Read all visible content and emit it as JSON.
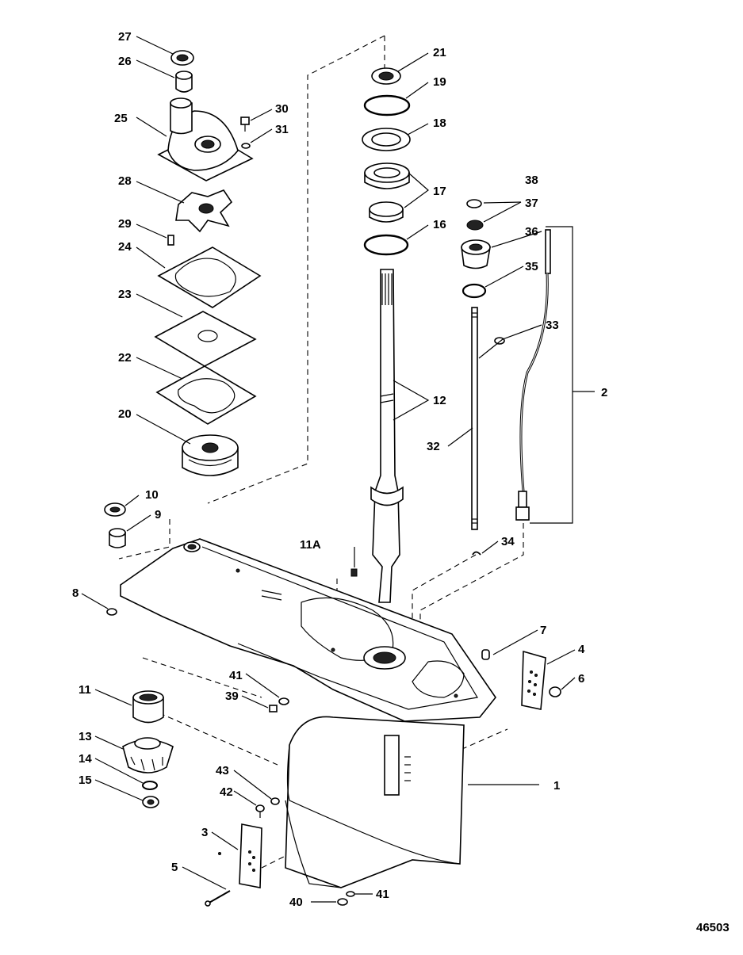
{
  "figure_number": "46503",
  "callouts": [
    {
      "id": "c27",
      "text": "27"
    },
    {
      "id": "c26",
      "text": "26"
    },
    {
      "id": "c25",
      "text": "25"
    },
    {
      "id": "c30",
      "text": "30"
    },
    {
      "id": "c31",
      "text": "31"
    },
    {
      "id": "c28",
      "text": "28"
    },
    {
      "id": "c29",
      "text": "29"
    },
    {
      "id": "c24",
      "text": "24"
    },
    {
      "id": "c23",
      "text": "23"
    },
    {
      "id": "c22",
      "text": "22"
    },
    {
      "id": "c20",
      "text": "20"
    },
    {
      "id": "c21",
      "text": "21"
    },
    {
      "id": "c19",
      "text": "19"
    },
    {
      "id": "c18",
      "text": "18"
    },
    {
      "id": "c17",
      "text": "17"
    },
    {
      "id": "c16",
      "text": "16"
    },
    {
      "id": "c12",
      "text": "12"
    },
    {
      "id": "c38",
      "text": "38"
    },
    {
      "id": "c37",
      "text": "37"
    },
    {
      "id": "c36",
      "text": "36"
    },
    {
      "id": "c35",
      "text": "35"
    },
    {
      "id": "c33",
      "text": "33"
    },
    {
      "id": "c2",
      "text": "2"
    },
    {
      "id": "c32",
      "text": "32"
    },
    {
      "id": "c34",
      "text": "34"
    },
    {
      "id": "c10",
      "text": "10"
    },
    {
      "id": "c9",
      "text": "9"
    },
    {
      "id": "c11A",
      "text": "11A"
    },
    {
      "id": "c8",
      "text": "8"
    },
    {
      "id": "c7",
      "text": "7"
    },
    {
      "id": "c4",
      "text": "4"
    },
    {
      "id": "c6",
      "text": "6"
    },
    {
      "id": "c41a",
      "text": "41"
    },
    {
      "id": "c39",
      "text": "39"
    },
    {
      "id": "c11",
      "text": "11"
    },
    {
      "id": "c13",
      "text": "13"
    },
    {
      "id": "c14",
      "text": "14"
    },
    {
      "id": "c15",
      "text": "15"
    },
    {
      "id": "c43",
      "text": "43"
    },
    {
      "id": "c42",
      "text": "42"
    },
    {
      "id": "c1",
      "text": "1"
    },
    {
      "id": "c3",
      "text": "3"
    },
    {
      "id": "c5",
      "text": "5"
    },
    {
      "id": "c40",
      "text": "40"
    },
    {
      "id": "c41b",
      "text": "41"
    }
  ]
}
